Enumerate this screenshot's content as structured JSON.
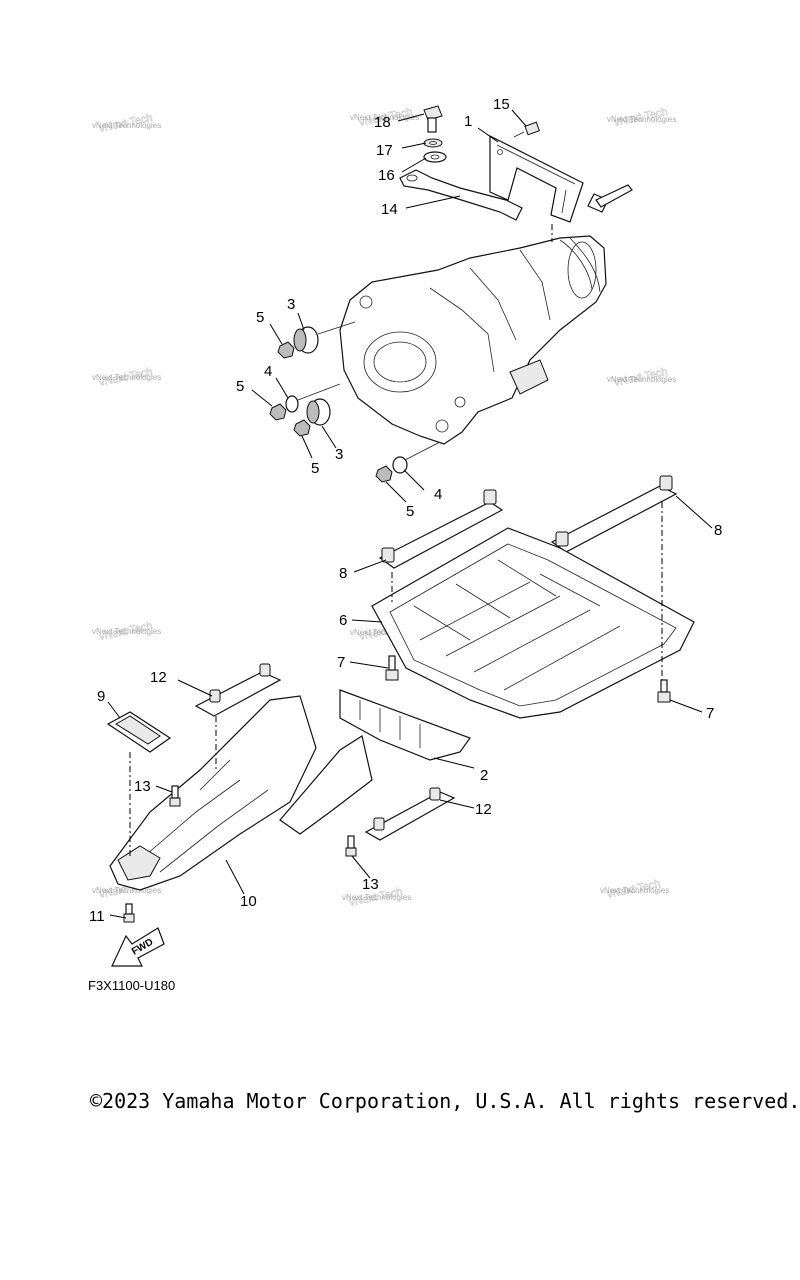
{
  "diagram": {
    "callouts": [
      "1",
      "2",
      "3",
      "3",
      "4",
      "4",
      "5",
      "5",
      "5",
      "5",
      "6",
      "7",
      "7",
      "8",
      "8",
      "9",
      "10",
      "11",
      "12",
      "12",
      "13",
      "13",
      "14",
      "15",
      "16",
      "17",
      "18"
    ],
    "watermark": "vNext Technologies",
    "fwd_label": "FWD",
    "code": "F3X1100-U180"
  },
  "footer": {
    "copyright": "©2023 Yamaha Motor Corporation, U.S.A. All rights reserved."
  }
}
